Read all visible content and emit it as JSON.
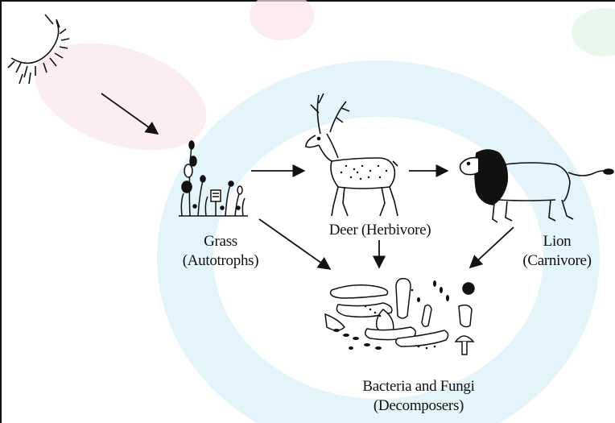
{
  "labels": {
    "grass": {
      "name": "Grass",
      "role": "(Autotrophs)"
    },
    "deer": {
      "name": "Deer (Herbivore)"
    },
    "lion": {
      "name": "Lion",
      "role": "(Carnivore)"
    },
    "decomposers": {
      "name": "Bacteria and Fungi",
      "role": "(Decomposers)"
    }
  },
  "colors": {
    "ink": "#111111",
    "watermark_blue": "#dff3fa",
    "watermark_pink": "#fbe6ea",
    "watermark_green": "#e6f6ea"
  }
}
